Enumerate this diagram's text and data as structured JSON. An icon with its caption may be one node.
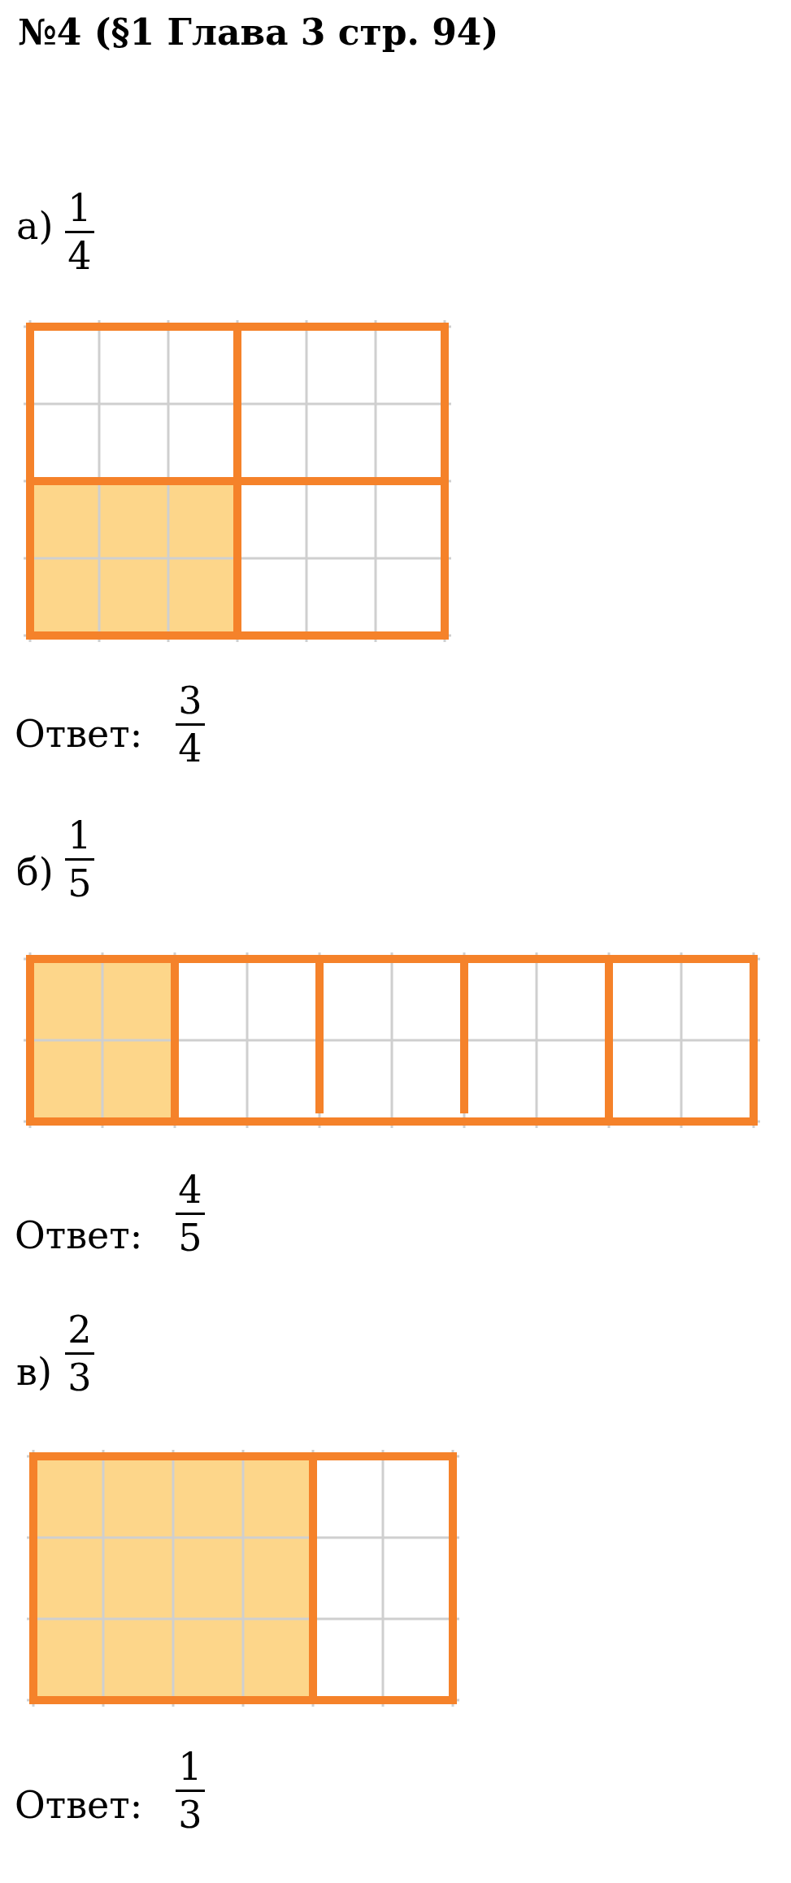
{
  "diagram": {
    "title": "№4 (§1 Глава 3 стр. 94)",
    "labels": [
      "а)",
      "1",
      "4",
      "Ответ:",
      "3",
      "4",
      "б)",
      "1",
      "5",
      "Ответ:",
      "4",
      "5",
      "в)",
      "2",
      "3",
      "Ответ:",
      "1",
      "3"
    ]
  }
}
